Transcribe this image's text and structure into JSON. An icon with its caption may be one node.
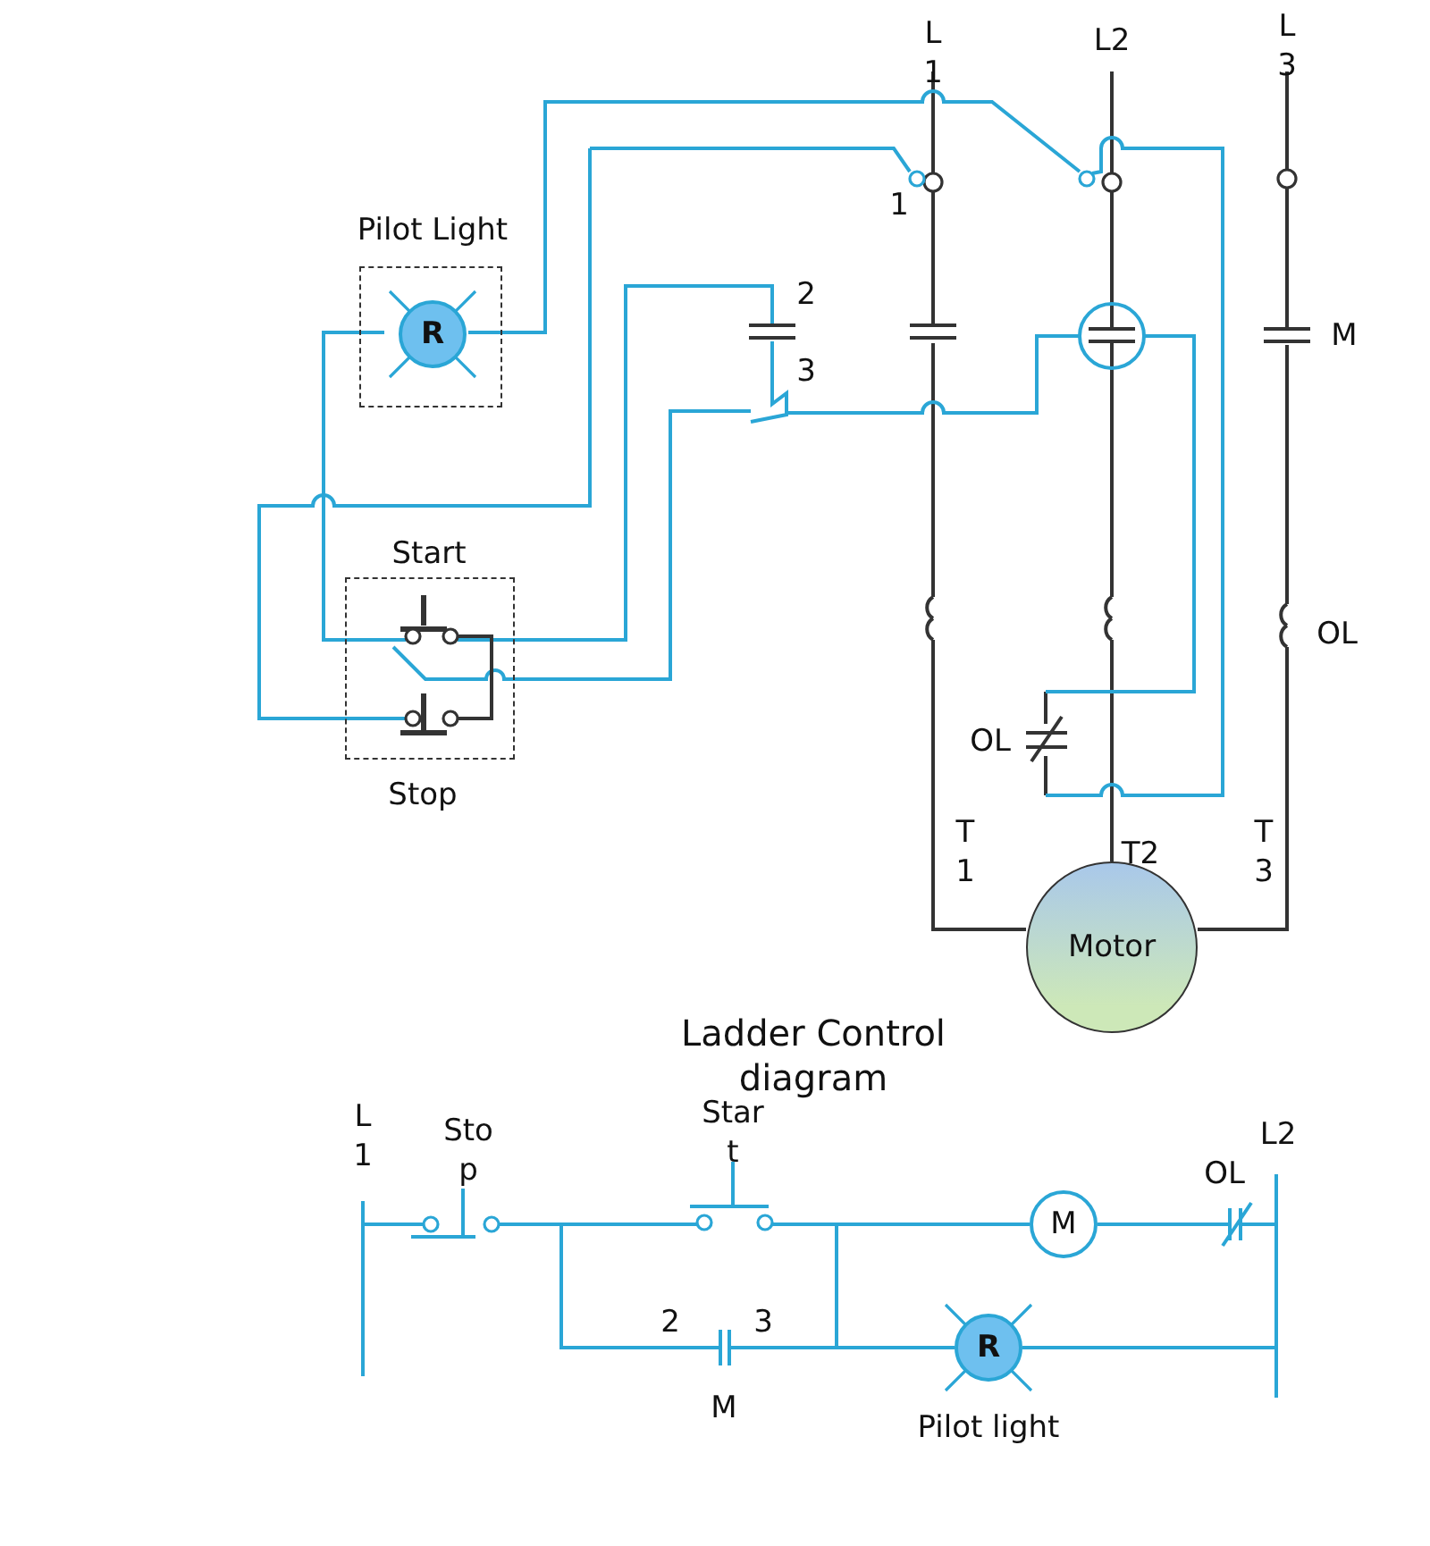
{
  "diagram": {
    "nodes": [
      {
        "text": [
          "Pilot Light"
        ]
      },
      {
        "text": [
          "R"
        ],
        "in": 0
      },
      {
        "text": [
          "Start",
          "Stop"
        ]
      },
      {
        "text": [
          "Motor"
        ]
      },
      {
        "text": [
          "M"
        ]
      },
      {
        "text": [
          "R"
        ],
        "beside": [
          "Pilot light"
        ]
      }
    ],
    "edges": [
      {
        "from": 1,
        "to": 2,
        "arrow": "none"
      }
    ],
    "labels": [
      "L1",
      "L2",
      "L3",
      "1",
      "2",
      "3",
      "M",
      "OL",
      "OL",
      "T1",
      "T2",
      "T3",
      "Ladder Control diagram",
      "L1",
      "Stop",
      "Start",
      "L2",
      "OL",
      "2",
      "3",
      "M"
    ]
  }
}
